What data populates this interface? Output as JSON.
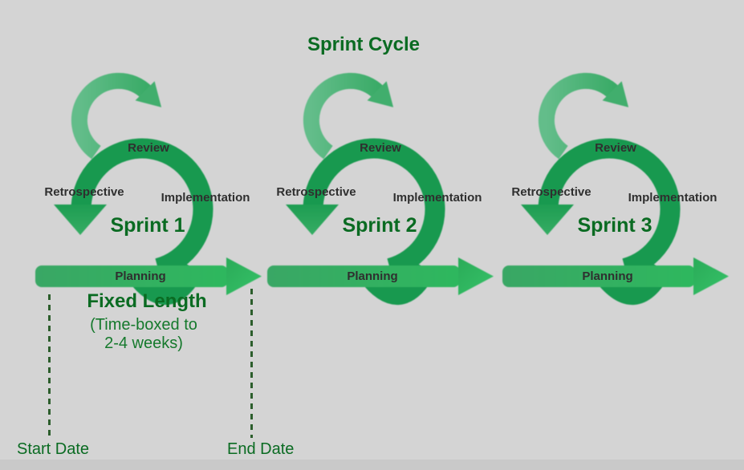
{
  "title": "Sprint Cycle",
  "sprints": [
    {
      "name": "Sprint 1",
      "review_label": "Review",
      "retrospective_label": "Retrospective",
      "implementation_label": "Implementation",
      "planning_label": "Planning"
    },
    {
      "name": "Sprint 2",
      "review_label": "Review",
      "retrospective_label": "Retrospective",
      "implementation_label": "Implementation",
      "planning_label": "Planning"
    },
    {
      "name": "Sprint 3",
      "review_label": "Review",
      "retrospective_label": "Retrospective",
      "implementation_label": "Implementation",
      "planning_label": "Planning"
    }
  ],
  "annotation": {
    "heading": "Fixed Length",
    "line1": "(Time-boxed to",
    "line2": "2-4 weeks)"
  },
  "timeline": {
    "start_label": "Start Date",
    "end_label": "End Date"
  },
  "icons": {
    "sprint_loop": "sprint-loop-icon",
    "swirl": "refresh-swirl-icon",
    "down_arrow": "down-arrowhead-icon",
    "planning_arrow": "planning-arrow-icon"
  },
  "colors": {
    "background": "#d4d4d4",
    "loop_green": "#18994f",
    "swirl_green": "#4eb378",
    "triangle_green": "#26a458",
    "title_green": "#0a6b22",
    "subtext_green": "#15792c",
    "label_gray": "#2f2f2f",
    "dash_green": "#2c5e2c",
    "arrow_green_start": "#3aa765",
    "arrow_green_end": "#2eb85e"
  }
}
